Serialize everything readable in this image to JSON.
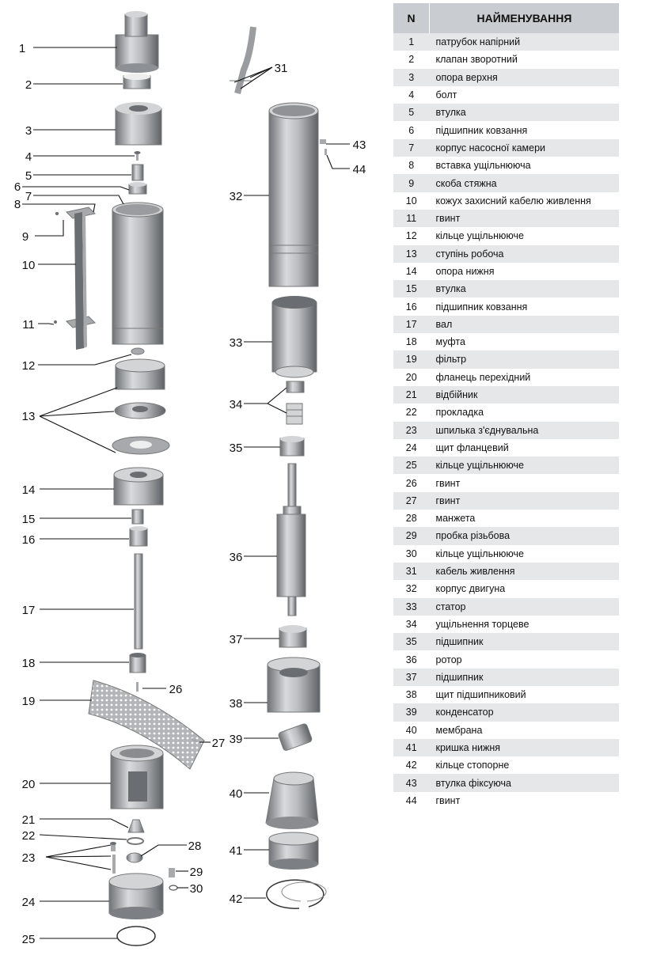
{
  "table": {
    "header_n": "N",
    "header_name": "НАЙМЕНУВАННЯ",
    "rows": [
      {
        "n": "1",
        "name": "патрубок напірний"
      },
      {
        "n": "2",
        "name": "клапан зворотний"
      },
      {
        "n": "3",
        "name": "опора верхня"
      },
      {
        "n": "4",
        "name": "болт"
      },
      {
        "n": "5",
        "name": "втулка"
      },
      {
        "n": "6",
        "name": "підшипник ковзання"
      },
      {
        "n": "7",
        "name": "корпус насосної камери"
      },
      {
        "n": "8",
        "name": "вставка ущільнююча"
      },
      {
        "n": "9",
        "name": "скоба стяжна"
      },
      {
        "n": "10",
        "name": "кожух захисний кабелю живлення"
      },
      {
        "n": "11",
        "name": "гвинт"
      },
      {
        "n": "12",
        "name": "кільце ущільнююче"
      },
      {
        "n": "13",
        "name": "ступінь робоча"
      },
      {
        "n": "14",
        "name": "опора нижня"
      },
      {
        "n": "15",
        "name": "втулка"
      },
      {
        "n": "16",
        "name": "підшипник ковзання"
      },
      {
        "n": "17",
        "name": "вал"
      },
      {
        "n": "18",
        "name": "муфта"
      },
      {
        "n": "19",
        "name": "фільтр"
      },
      {
        "n": "20",
        "name": "фланець перехідний"
      },
      {
        "n": "21",
        "name": "відбійник"
      },
      {
        "n": "22",
        "name": "прокладка"
      },
      {
        "n": "23",
        "name": "шпилька з'єднувальна"
      },
      {
        "n": "24",
        "name": "щит фланцевий"
      },
      {
        "n": "25",
        "name": "кільце ущільнююче"
      },
      {
        "n": "26",
        "name": "гвинт"
      },
      {
        "n": "27",
        "name": "гвинт"
      },
      {
        "n": "28",
        "name": "манжета"
      },
      {
        "n": "29",
        "name": "пробка різьбова"
      },
      {
        "n": "30",
        "name": "кільце ущільнююче"
      },
      {
        "n": "31",
        "name": "кабель живлення"
      },
      {
        "n": "32",
        "name": "корпус двигуна"
      },
      {
        "n": "33",
        "name": "статор"
      },
      {
        "n": "34",
        "name": "ущільнення торцеве"
      },
      {
        "n": "35",
        "name": "підшипник"
      },
      {
        "n": "36",
        "name": "ротор"
      },
      {
        "n": "37",
        "name": "підшипник"
      },
      {
        "n": "38",
        "name": "щит підшипниковий"
      },
      {
        "n": "39",
        "name": "конденсатор"
      },
      {
        "n": "40",
        "name": "мембрана"
      },
      {
        "n": "41",
        "name": "кришка нижня"
      },
      {
        "n": "42",
        "name": "кільце стопорне"
      },
      {
        "n": "43",
        "name": "втулка фіксуюча"
      },
      {
        "n": "44",
        "name": "гвинт"
      }
    ]
  },
  "callouts": [
    "1",
    "2",
    "3",
    "4",
    "5",
    "6",
    "7",
    "8",
    "9",
    "10",
    "11",
    "12",
    "13",
    "14",
    "15",
    "16",
    "17",
    "18",
    "19",
    "20",
    "21",
    "22",
    "23",
    "24",
    "25",
    "26",
    "27",
    "28",
    "29",
    "30",
    "31",
    "32",
    "33",
    "34",
    "35",
    "36",
    "37",
    "38",
    "39",
    "40",
    "41",
    "42",
    "43",
    "44"
  ],
  "colors": {
    "table_header": "#c9ccd0",
    "row_shade": "#e6e7e9",
    "metal_dark": "#6a6d71",
    "metal_mid": "#a7a9ac",
    "metal_light": "#d3d4d6"
  }
}
